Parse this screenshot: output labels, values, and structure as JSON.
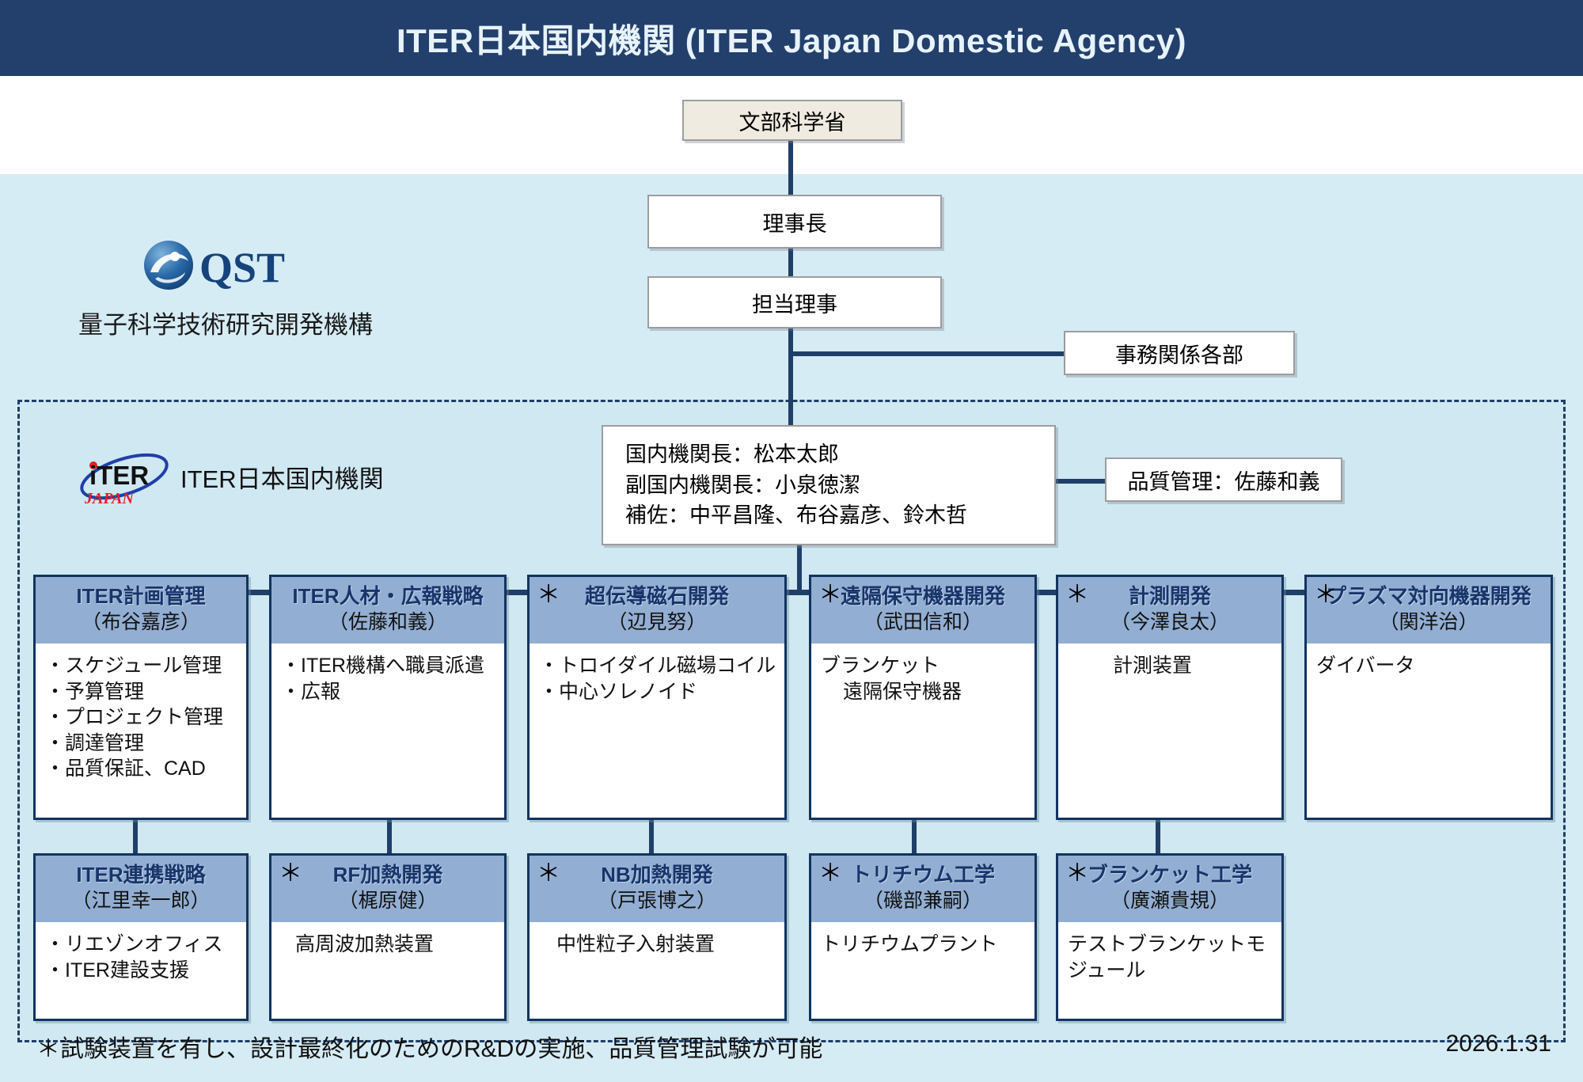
{
  "header": {
    "title": "ITER日本国内機関 (ITER Japan Domestic Agency)",
    "bg_color": "#22406b",
    "text_color": "#e8f2fb"
  },
  "ministry": {
    "label": "文部科学省"
  },
  "qst": {
    "logo_text": "QST",
    "org_name": "量子科学技術研究開発機構",
    "president": "理事長",
    "director": "担当理事",
    "admin_departments": "事務関係各部"
  },
  "iter_ja": {
    "logo_text": "iTER",
    "logo_sub": "JAPAN",
    "label": "ITER日本国内機関",
    "leadership": [
      "国内機関長：松本太郎",
      "副国内機関長：小泉徳潔",
      "補佐：中平昌隆、布谷嘉彦、鈴木哲"
    ],
    "quality": "品質管理：佐藤和義"
  },
  "departments_row1": [
    {
      "star": "",
      "name": "ITER計画管理",
      "lead": "（布谷嘉彦）",
      "items": [
        "・スケジュール管理",
        "・予算管理",
        "・プロジェクト管理",
        "・調達管理",
        "・品質保証、CAD"
      ]
    },
    {
      "star": "",
      "name": "ITER人材・広報戦略",
      "lead": "（佐藤和義）",
      "items": [
        "・ITER機構へ職員派遣",
        "・広報"
      ]
    },
    {
      "star": "＊",
      "name": "超伝導磁石開発",
      "lead": "（辺見努）",
      "items": [
        "・トロイダイル磁場コイル",
        "・中心ソレノイド"
      ]
    },
    {
      "star": "＊",
      "name": "遠隔保守機器開発",
      "lead": "（武田信和）",
      "items": [
        "ブランケット",
        "遠隔保守機器"
      ]
    },
    {
      "star": "＊",
      "name": "計測開発",
      "lead": "（今澤良太）",
      "items": [
        "計測装置"
      ]
    },
    {
      "star": "＊",
      "name": "プラズマ対向機器開発",
      "lead": "（関洋治）",
      "items": [
        "ダイバータ"
      ]
    }
  ],
  "departments_row2": [
    {
      "star": "",
      "name": "ITER連携戦略",
      "lead": "（江里幸一郎）",
      "items": [
        "・リエゾンオフィス",
        "・ITER建設支援"
      ]
    },
    {
      "star": "＊",
      "name": "RF加熱開発",
      "lead": "（梶原健）",
      "items": [
        "高周波加熱装置"
      ]
    },
    {
      "star": "＊",
      "name": "NB加熱開発",
      "lead": "（戸張博之）",
      "items": [
        "中性粒子入射装置"
      ]
    },
    {
      "star": "＊",
      "name": "トリチウム工学",
      "lead": "（磯部兼嗣）",
      "items": [
        "トリチウムプラント"
      ]
    },
    {
      "star": "＊",
      "name": "ブランケット工学",
      "lead": "（廣瀬貴規）",
      "items": [
        "テストブランケットモジュール"
      ]
    }
  ],
  "footnote": "＊試験装置を有し、設計最終化のためのR&Dの実施、品質管理試験が可能",
  "date": "2026.1.31",
  "colors": {
    "banner": "#22406b",
    "field": "#d6ecf4",
    "region": "#cfe8f2",
    "card_border": "#11345f",
    "card_head": "#92aed2",
    "connector": "#1f3f68"
  }
}
